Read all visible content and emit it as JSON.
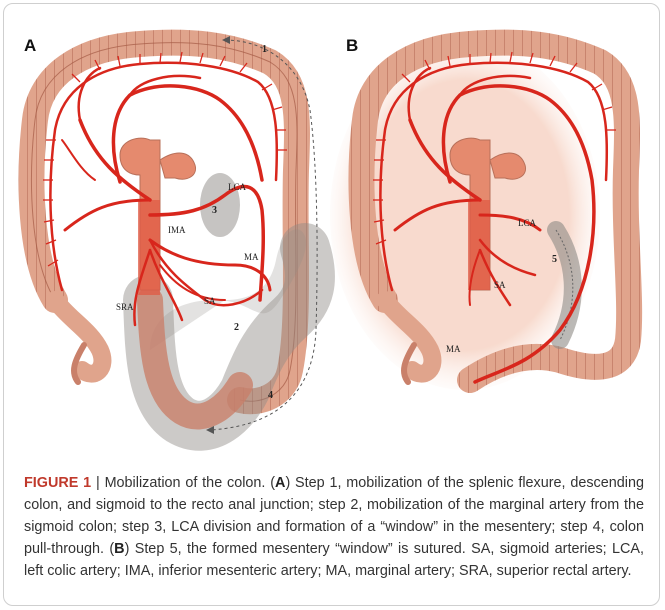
{
  "panels": {
    "a": {
      "letter": "A",
      "labels": {
        "step1": "1",
        "step2": "2",
        "step3": "3",
        "step4": "4",
        "lca": "LCA",
        "ima": "IMA",
        "ma": "MA",
        "sra": "SRA",
        "sa": "SA"
      }
    },
    "b": {
      "letter": "B",
      "labels": {
        "step5": "5",
        "lca": "LCA",
        "sa": "SA",
        "ma": "MA"
      }
    }
  },
  "caption": {
    "figure_label": "FIGURE 1",
    "separator": " | ",
    "intro": "Mobilization of the colon. (",
    "a_letter": "A",
    "a_text": ") Step 1, mobilization of the splenic flexure, descending colon, and sigmoid to the recto anal junction; step 2, mobilization of the marginal artery from the sigmoid colon; step 3, LCA division and formation of a “window” in the mesentery; step 4, colon pull-through. (",
    "b_letter": "B",
    "b_text": ") Step 5, the formed mesentery “window” is sutured. SA, sigmoid arteries; LCA, left colic artery; IMA, inferior mesenteric artery; MA, marginal artery; SRA, superior rectal artery."
  },
  "colors": {
    "colon": "#e0a48c",
    "colon_edge": "#b8705a",
    "artery": "#d8261c",
    "vessel_trunk": "#e58a6e",
    "shaded_region": "#8e8a86"
  }
}
